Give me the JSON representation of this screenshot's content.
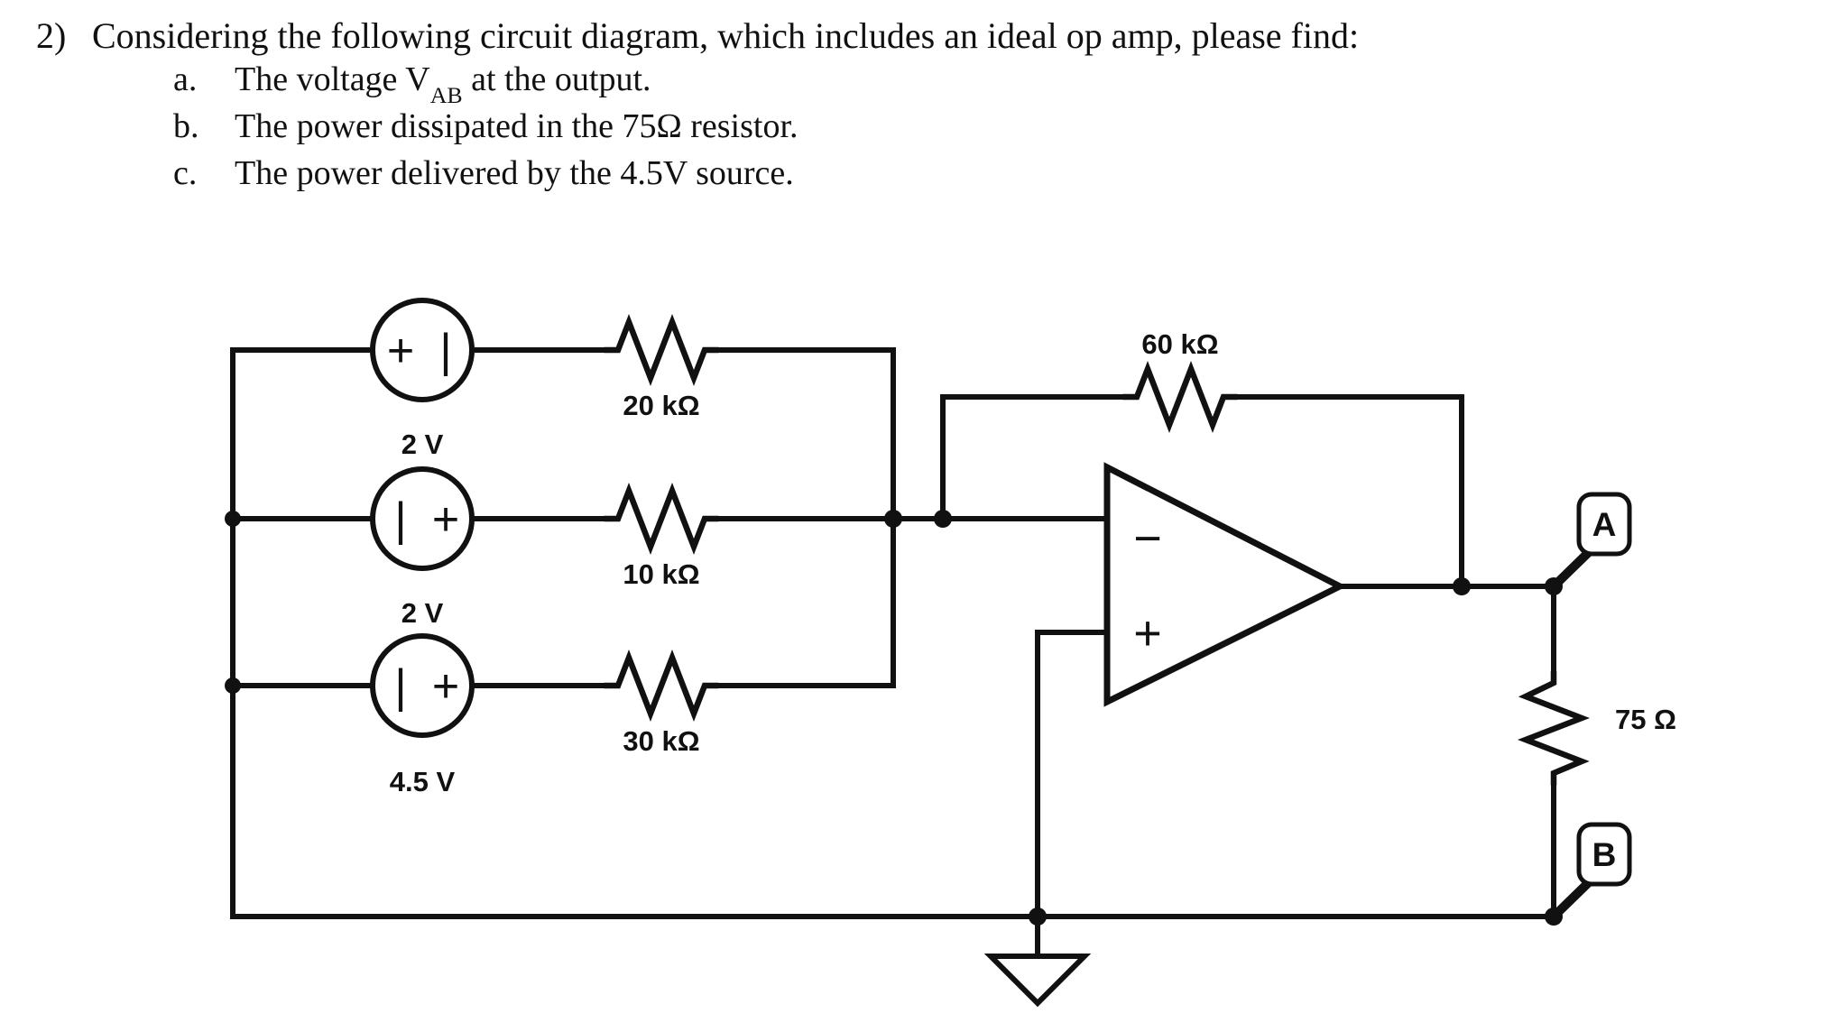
{
  "question": {
    "number": "2)",
    "stem": "Considering the following circuit diagram, which includes an ideal op amp, please find:",
    "parts": [
      {
        "letter": "a.",
        "text_before": "The voltage V",
        "subscript": "AB",
        "text_after": " at the output."
      },
      {
        "letter": "b.",
        "text_before": "The power dissipated in the 75Ω resistor.",
        "subscript": "",
        "text_after": ""
      },
      {
        "letter": "c.",
        "text_before": "The power delivered by the 4.5V source.",
        "subscript": "",
        "text_after": ""
      }
    ]
  },
  "circuit": {
    "sources": [
      {
        "value_label": "2 V",
        "polarity_left": "+",
        "polarity_right": "|"
      },
      {
        "value_label": "2 V",
        "polarity_left": "|",
        "polarity_right": "+"
      },
      {
        "value_label": "4.5 V",
        "polarity_left": "|",
        "polarity_right": "+"
      }
    ],
    "resistors": [
      {
        "label": "20 kΩ"
      },
      {
        "label": "10 kΩ"
      },
      {
        "label": "30 kΩ"
      },
      {
        "label": "60 kΩ"
      },
      {
        "label": "75 Ω"
      }
    ],
    "opamp": {
      "inverting_sign": "−",
      "noninverting_sign": "+"
    },
    "terminals": [
      {
        "label": "A"
      },
      {
        "label": "B"
      }
    ],
    "ground_symbol": "ground-triangle"
  },
  "colors": {
    "ink": "#111111",
    "paper": "#ffffff"
  }
}
